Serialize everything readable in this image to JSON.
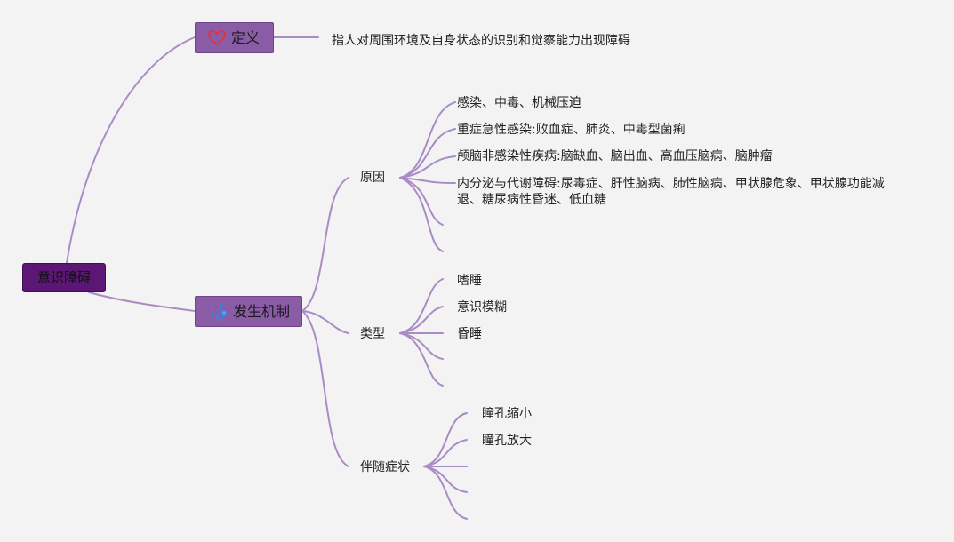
{
  "map": {
    "root": "意识障碍",
    "definition": {
      "label": "定义",
      "icon": "heart-icon",
      "text": "指人对周围环境及自身状态的识别和觉察能力出现障碍"
    },
    "mechanism": {
      "label": "发生机制",
      "icon": "stethoscope-icon",
      "causes": {
        "label": "原因",
        "items": [
          "感染、中毒、机械压迫",
          "重症急性感染:败血症、肺炎、中毒型菌痢",
          "颅脑非感染性疾病:脑缺血、脑出血、高血压脑病、脑肿瘤",
          "内分泌与代谢障碍:尿毒症、肝性脑病、肺性脑病、甲状腺危象、甲状腺功能减",
          "退、糖尿病性昏迷、低血糖"
        ]
      },
      "types": {
        "label": "类型",
        "items": [
          "嗜睡",
          "意识模糊",
          "昏睡"
        ]
      },
      "symptoms": {
        "label": "伴随症状",
        "items": [
          "瞳孔缩小",
          "瞳孔放大"
        ]
      }
    }
  },
  "colors": {
    "root_fill": "#5c1675",
    "topic_fill": "#8a5ca6",
    "line": "#a98bc6",
    "background": "#f3f3f3",
    "heart": "#e0343c",
    "stethoscope": "#3f7fd8"
  }
}
